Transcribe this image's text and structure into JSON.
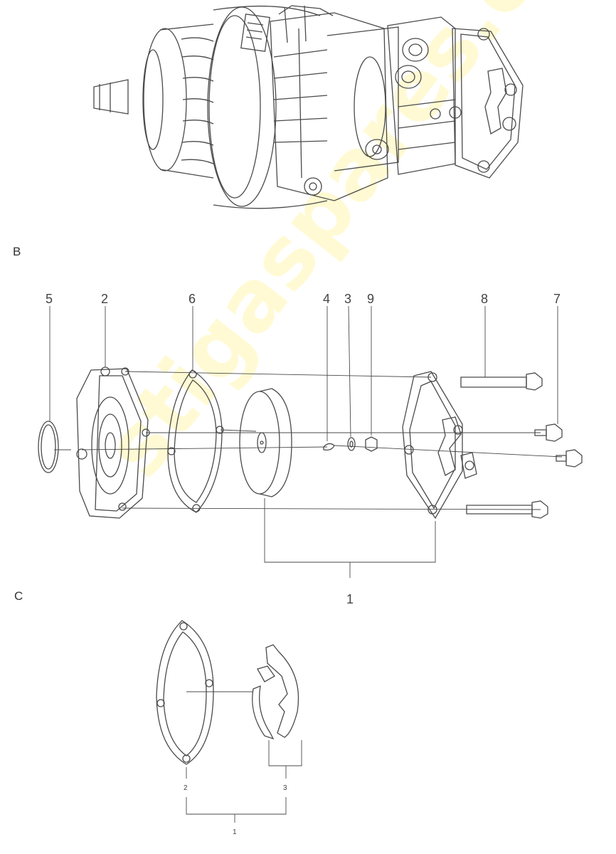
{
  "sections": {
    "b": "B",
    "c": "C"
  },
  "callouts_b": {
    "p5": "5",
    "p2": "2",
    "p6": "6",
    "p4": "4",
    "p3": "3",
    "p9": "9",
    "p8": "8",
    "p7": "7",
    "p1": "1"
  },
  "callouts_c": {
    "p2": "2",
    "p3": "3",
    "p1": "1"
  },
  "watermark": "stigaspares.co.uk",
  "colors": {
    "line": "#4a4a4a",
    "watermark": "#fff3a0"
  }
}
